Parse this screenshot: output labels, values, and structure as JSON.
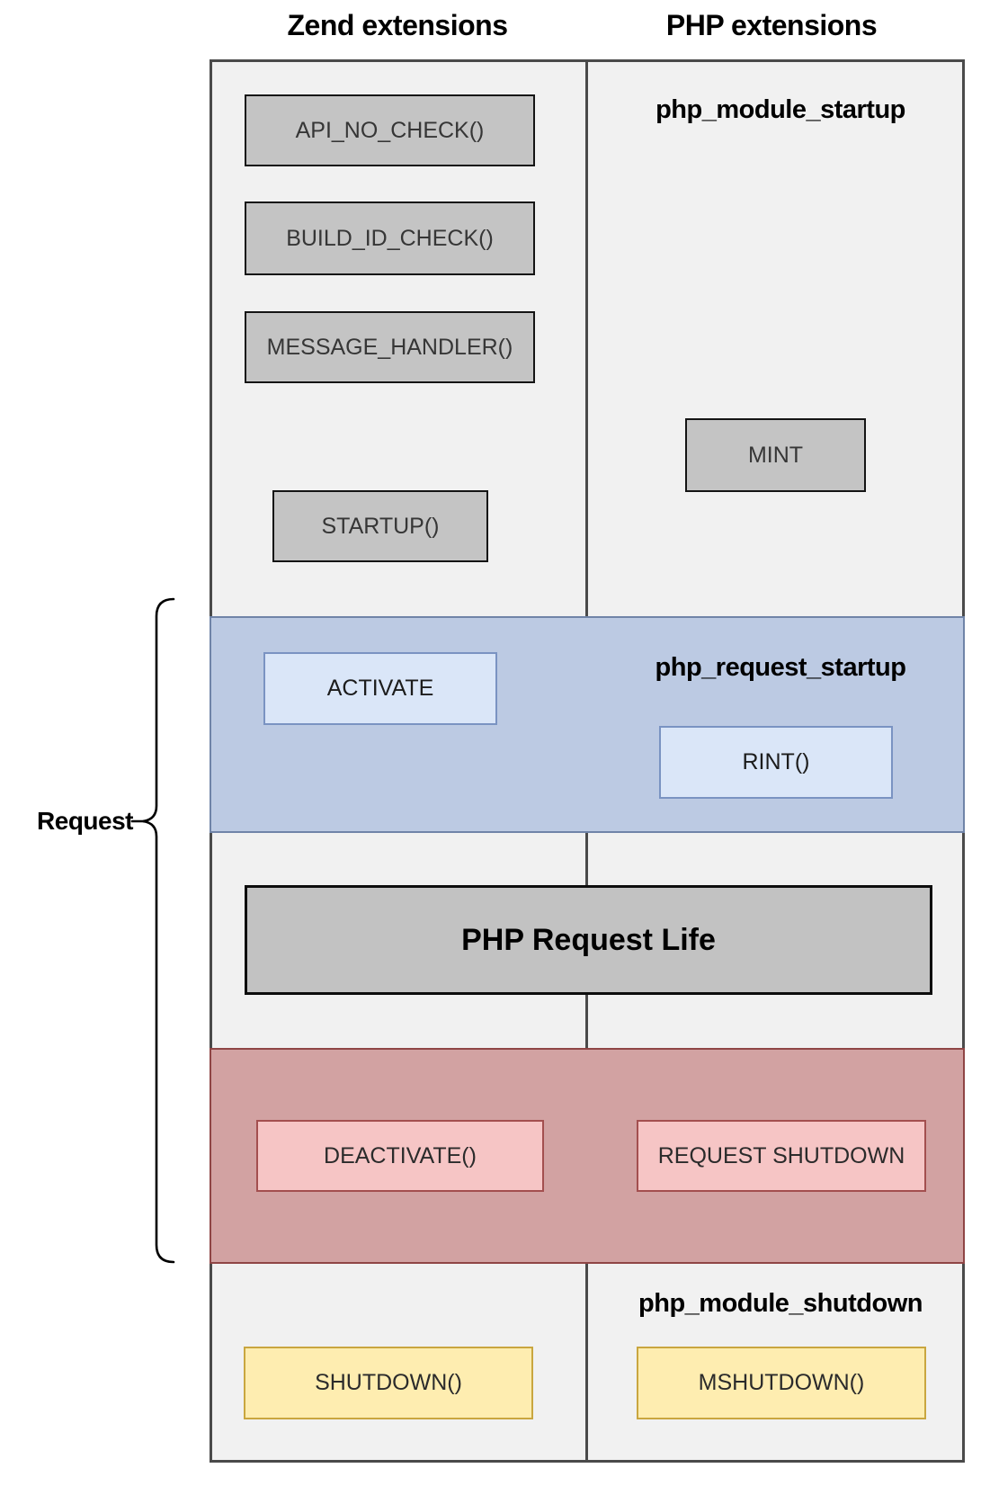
{
  "headers": {
    "left": "Zend extensions",
    "right": "PHP extensions"
  },
  "side_label": "Request",
  "labels": {
    "php_module_startup": "php_module_startup",
    "php_request_startup": "php_request_startup",
    "php_module_shutdown": "php_module_shutdown"
  },
  "boxes": {
    "api_no_check": "API_NO_CHECK()",
    "build_id_check": "BUILD_ID_CHECK()",
    "message_handler": "MESSAGE_HANDLER()",
    "mint": "MINT",
    "startup": "STARTUP()",
    "activate": "ACTIVATE",
    "rint": "RINT()",
    "php_request_life": "PHP Request Life",
    "deactivate": "DEACTIVATE()",
    "request_shutdown": "REQUEST SHUTDOWN",
    "shutdown": "SHUTDOWN()",
    "mshutdown": "MSHUTDOWN()"
  },
  "colors": {
    "section_light_bg": "#f1f1f1",
    "section_blue_bg": "#bccae3",
    "section_blue_border": "#7084a8",
    "section_red_bg": "#d2a2a2",
    "section_red_border": "#8f4545",
    "gray_box_bg": "#c4c4c4",
    "blue_box_bg": "#dae6f8",
    "blue_box_border": "#7a93c2",
    "pink_box_bg": "#f6c5c5",
    "pink_box_border": "#a34f4f",
    "yellow_box_bg": "#feedb0",
    "yellow_box_border": "#c9a63f",
    "outline": "#4a4a4a"
  }
}
